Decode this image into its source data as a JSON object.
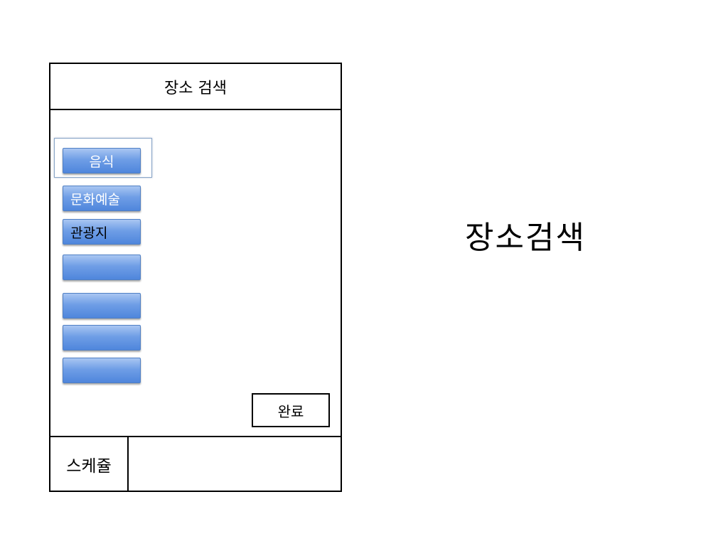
{
  "header": {
    "title": "장소 검색"
  },
  "categories": [
    {
      "label": "음식",
      "selected": true
    },
    {
      "label": "문화예술",
      "selected": false
    },
    {
      "label": "관광지",
      "selected": false
    },
    {
      "label": "",
      "selected": false
    },
    {
      "label": "",
      "selected": false
    },
    {
      "label": "",
      "selected": false
    },
    {
      "label": "",
      "selected": false
    }
  ],
  "done_button": {
    "label": "완료"
  },
  "footer": {
    "schedule_tab": "스케쥴"
  },
  "side": {
    "title": "장소검색"
  },
  "colors": {
    "button_top": "#a9c6f2",
    "button_bottom": "#4f86dc",
    "button_border": "#4f7fc4",
    "frame_border": "#8aa6c8"
  }
}
